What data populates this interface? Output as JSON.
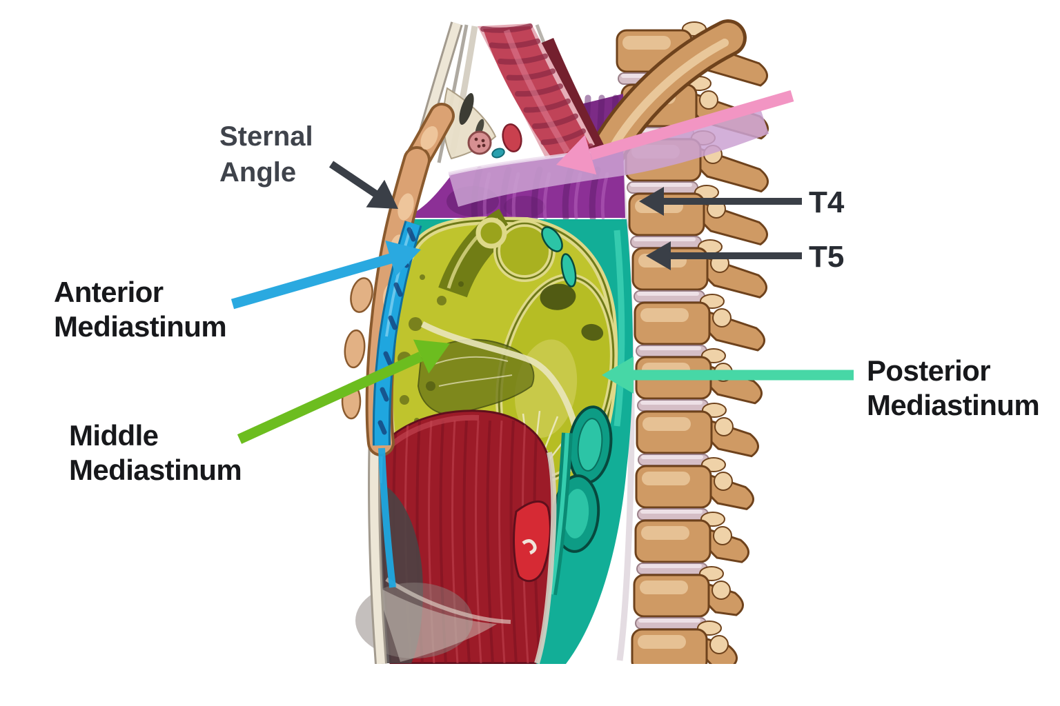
{
  "labels": {
    "sternal_angle": {
      "line1": "Sternal",
      "line2": "Angle",
      "text_color": "#3f434b",
      "arrow_color": "#3a3f47"
    },
    "anterior_mediastinum": {
      "line1": "Anterior",
      "line2": "Mediastinum",
      "text_color": "#17181b",
      "arrow_color": "#2aa9e0"
    },
    "middle_mediastinum": {
      "line1": "Middle",
      "line2": "Mediastinum",
      "text_color": "#17181b",
      "arrow_color": "#6cbd1f"
    },
    "posterior_mediastinum": {
      "line1": "Posterior",
      "line2": "Mediastinum",
      "text_color": "#17181b",
      "arrow_color": "#47d7a6"
    },
    "t4": {
      "text": "T4",
      "text_color": "#282c33",
      "arrow_color": "#3a3f47"
    },
    "t5": {
      "text": "T5",
      "text_color": "#282c33",
      "arrow_color": "#3a3f47"
    },
    "superior_pointer": {
      "arrow_color": "#f295c3"
    }
  },
  "figure": {
    "colors": {
      "bone": "#cf9a64",
      "bone_dark": "#6e421c",
      "bone_light": "#efd2a8",
      "disc": "#d5bec6",
      "disc_edge": "#9a7f88",
      "wall_gray": "#a29a8e",
      "wall_cream": "#ede6d6",
      "sternum": "#dba273",
      "trachea": "#c04358",
      "trachea_sheath": "#e6aeb8",
      "trachea_ring": "#8e2a44",
      "esophagus": "#74202e",
      "superior_purple": "#8c3096",
      "purple_patch": "#7c2b86",
      "purple_dark": "#5e1c6a",
      "purple_light": "#b766be",
      "band_pink": "#cba2d2",
      "anterior_blue": "#1fa6df",
      "blue_dark": "#14427c",
      "heart_yellow": "#bfc42d",
      "heart_pale": "#ded989",
      "heart_olive": "#6f7a18",
      "heart_dark": "#3f4a10",
      "posterior_teal": "#12ae97",
      "teal_light": "#3fd2b5",
      "teal_mid": "#2cc4a6",
      "teal_deep": "#0d9c85",
      "teal_dark": "#07493e",
      "muscle_red": "#9c1b28",
      "muscle_dark": "#5f0f1c",
      "muscle_fiber": "#7d1220",
      "muscle_light": "#c64a55",
      "muscle_gray": "#4a4344",
      "flap_red": "#d62a34",
      "cream_line": "#d8d2c4"
    }
  }
}
